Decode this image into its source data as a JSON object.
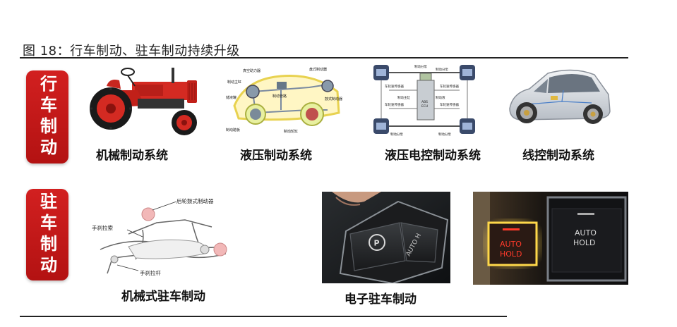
{
  "figure": {
    "title": "图 18：行车制动、驻车制动持续升级"
  },
  "categories": {
    "driving": "行车制动",
    "parking": "驻车制动"
  },
  "driving_items": [
    {
      "caption": "机械制动系统",
      "icon": "tractor-image"
    },
    {
      "caption": "液压制动系统",
      "icon": "hydraulic-brake-diagram"
    },
    {
      "caption": "液压电控制动系统",
      "icon": "abs-ecu-diagram"
    },
    {
      "caption": "线控制动系统",
      "icon": "car-wire-brake-image"
    }
  ],
  "parking_items": [
    {
      "caption": "机械式驻车制动",
      "icon": "mechanical-parking-brake-diagram"
    },
    {
      "caption": "电子驻车制动",
      "icon": "epb-switch-photo"
    },
    {
      "caption": "",
      "icon": "auto-hold-button-photo"
    }
  ],
  "diagram_labels": {
    "hydraulic": [
      "真空助力器",
      "盘式制动器",
      "制动主缸",
      "鼓式制动器",
      "储液罐",
      "制动管路",
      "制动踏板",
      "制动轮缸"
    ],
    "abs": [
      "制动分泵",
      "制动分泵",
      "制动分泵",
      "制动分泵",
      "车轮速传感器",
      "车轮速传感器",
      "车轮速传感器",
      "车轮速传感器",
      "ABS",
      "ECU",
      "制动主缸",
      "制动液"
    ],
    "parking": [
      "后轮鼓式制动器",
      "手刹拉索",
      "手刹拉杆"
    ]
  },
  "photo_text": {
    "epb_button": "AUTO H",
    "auto_hold_lit_line1": "AUTO",
    "auto_hold_lit_line2": "HOLD",
    "auto_hold_dark_line1": "AUTO",
    "auto_hold_dark_line2": "HOLD"
  },
  "colors": {
    "badge_red": "#c41818",
    "tractor_red": "#d42a22",
    "hold_red": "#ff3a2a",
    "rule": "#222222"
  }
}
